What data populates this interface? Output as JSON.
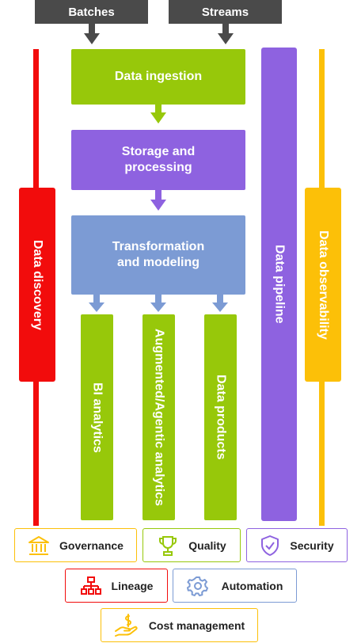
{
  "sources": {
    "batches": "Batches",
    "streams": "Streams"
  },
  "stages": {
    "ingestion": "Data ingestion",
    "storage": "Storage and\nprocessing",
    "transformation": "Transformation\nand modeling"
  },
  "outputs": {
    "bi": "BI analytics",
    "augmented": "Augmented/Agentic analytics",
    "products": "Data products"
  },
  "side_bars": {
    "discovery": "Data discovery",
    "pipeline": "Data pipeline",
    "observability": "Data observability"
  },
  "tags": {
    "governance": "Governance",
    "quality": "Quality",
    "security": "Security",
    "lineage": "Lineage",
    "automation": "Automation",
    "cost": "Cost management"
  },
  "colors": {
    "dark": "#4a4a4a",
    "green": "#97c80a",
    "purple": "#8e62e0",
    "blue": "#7c9bd4",
    "red": "#f20c0c",
    "yellow": "#fcc008"
  }
}
